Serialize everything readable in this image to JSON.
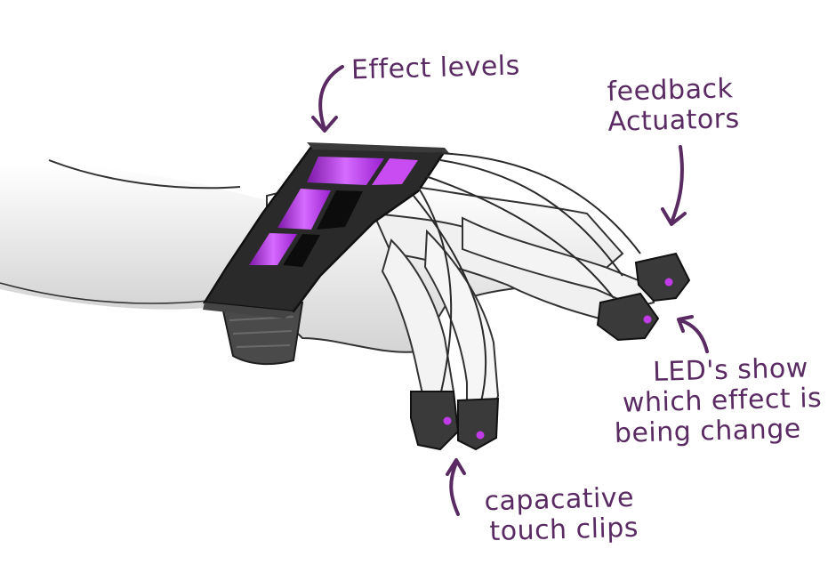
{
  "labels": {
    "effect_levels": "Effect levels",
    "feedback_actuators": [
      "feedback",
      "Actuators"
    ],
    "led_note": [
      "LED's show",
      "which effect is",
      "being change"
    ],
    "touch_clips": [
      "capacative",
      "touch clips"
    ]
  },
  "colors": {
    "ink": "#5a2a63",
    "led": "#c13be8",
    "band": "#2a2a2a",
    "skin_shadow": "#d9d9d9",
    "outline": "#333333"
  }
}
